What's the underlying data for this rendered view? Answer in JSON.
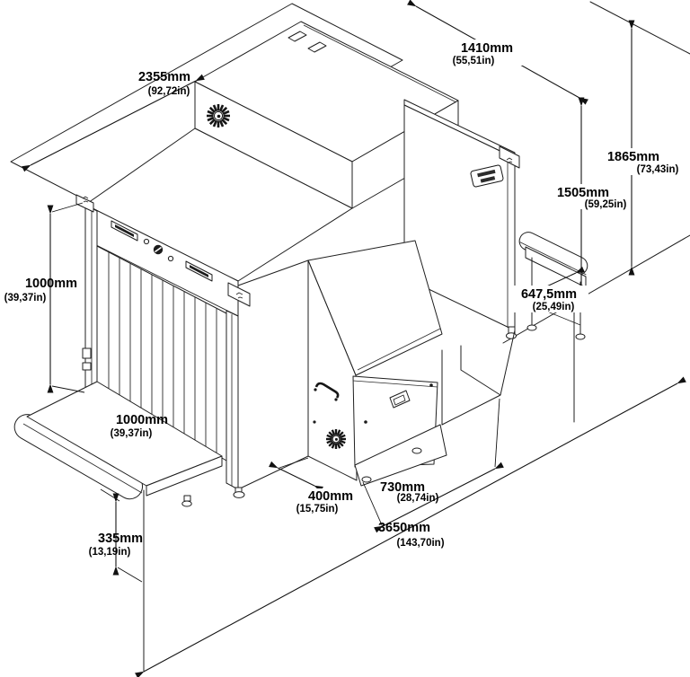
{
  "diagram": {
    "type": "isometric-dimension-drawing",
    "subject": "x-ray-baggage-scanner",
    "colors": {
      "line": "#1f1f1f",
      "background": "#ffffff",
      "text": "#000000"
    },
    "icons": {
      "fan_upper": "fan-vent-icon",
      "fan_console": "fan-vent-icon",
      "handle": "door-handle-icon",
      "brand_label": "brand-plate"
    }
  },
  "dims": {
    "d2355": {
      "mm": "2355mm",
      "in": "(92,72in)"
    },
    "d1410": {
      "mm": "1410mm",
      "in": "(55,51in)"
    },
    "d1865": {
      "mm": "1865mm",
      "in": "(73,43in)"
    },
    "d1505": {
      "mm": "1505mm",
      "in": "(59,25in)"
    },
    "d647_5": {
      "mm": "647,5mm",
      "in": "(25,49in)"
    },
    "d1000_tunnel": {
      "mm": "1000mm",
      "in": "(39,37in)"
    },
    "d1000_belt": {
      "mm": "1000mm",
      "in": "(39,37in)"
    },
    "d335": {
      "mm": "335mm",
      "in": "(13,19in)"
    },
    "d400": {
      "mm": "400mm",
      "in": "(15,75in)"
    },
    "d730": {
      "mm": "730mm",
      "in": "(28,74in)"
    },
    "d3650": {
      "mm": "3650mm",
      "in": "(143,70in)"
    }
  }
}
